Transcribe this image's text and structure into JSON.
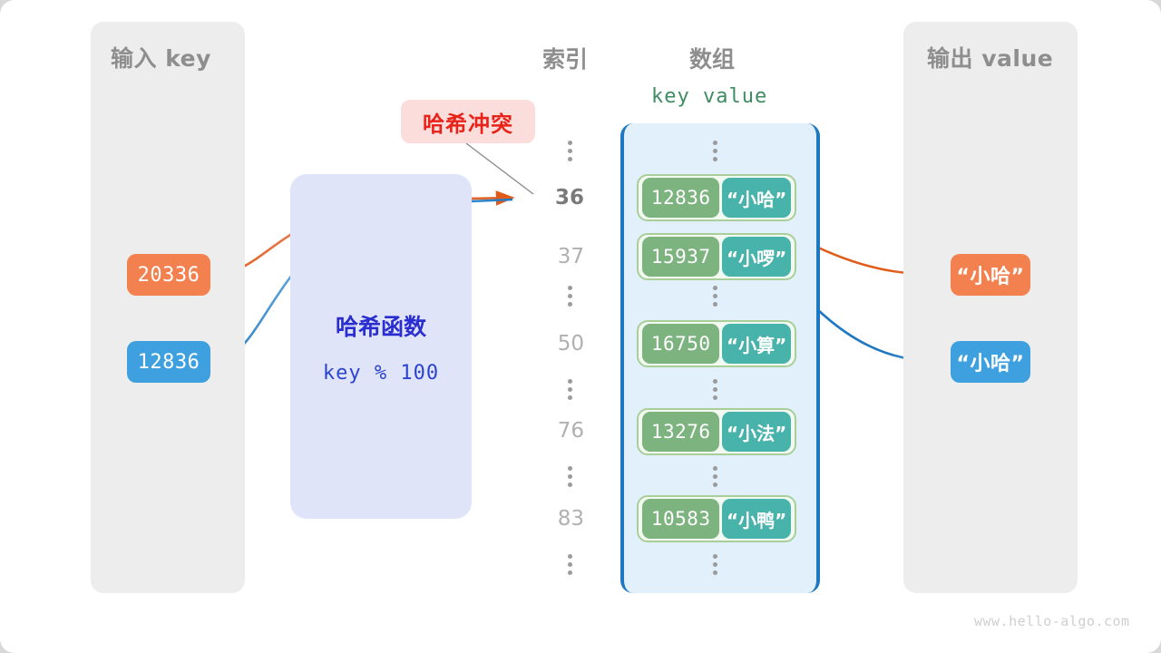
{
  "diagram": {
    "watermark": "www.hello-algo.com",
    "input_panel": {
      "title": "输入 key"
    },
    "output_panel": {
      "title": "输出 value"
    },
    "columns": {
      "index_header": "索引",
      "array_header": "数组",
      "kv_header": "key  value"
    },
    "hash_function": {
      "title": "哈希函数",
      "expression": "key % 100"
    },
    "collision_badge": {
      "label": "哈希冲突"
    },
    "inputs": [
      {
        "value": "20336",
        "color": "#f3804f"
      },
      {
        "value": "12836",
        "color": "#3fa0e0"
      }
    ],
    "outputs": [
      {
        "value": "“小哈”",
        "color": "#f3804f"
      },
      {
        "value": "“小哈”",
        "color": "#3fa0e0"
      }
    ],
    "indices": [
      {
        "label": "36",
        "active": true
      },
      {
        "label": "37",
        "active": false
      },
      {
        "label": "50",
        "active": false
      },
      {
        "label": "76",
        "active": false
      },
      {
        "label": "83",
        "active": false
      }
    ],
    "buckets": [
      {
        "key": "12836",
        "value": "“小哈”"
      },
      {
        "key": "15937",
        "value": "“小啰”"
      },
      {
        "key": "16750",
        "value": "“小算”"
      },
      {
        "key": "13276",
        "value": "“小法”"
      },
      {
        "key": "10583",
        "value": "“小鸭”"
      }
    ],
    "colors": {
      "key_box": "#7cb37f",
      "value_box": "#48b3ab",
      "entry_border": "#a8cf9a",
      "array_fill": "#e2f0fb",
      "array_border": "#1f78c1",
      "panel_fill": "#ededed",
      "orange": "#e05a18",
      "blue": "#1f78c1",
      "collision_text": "#e8231a",
      "collision_fill": "#fbdedb"
    }
  }
}
